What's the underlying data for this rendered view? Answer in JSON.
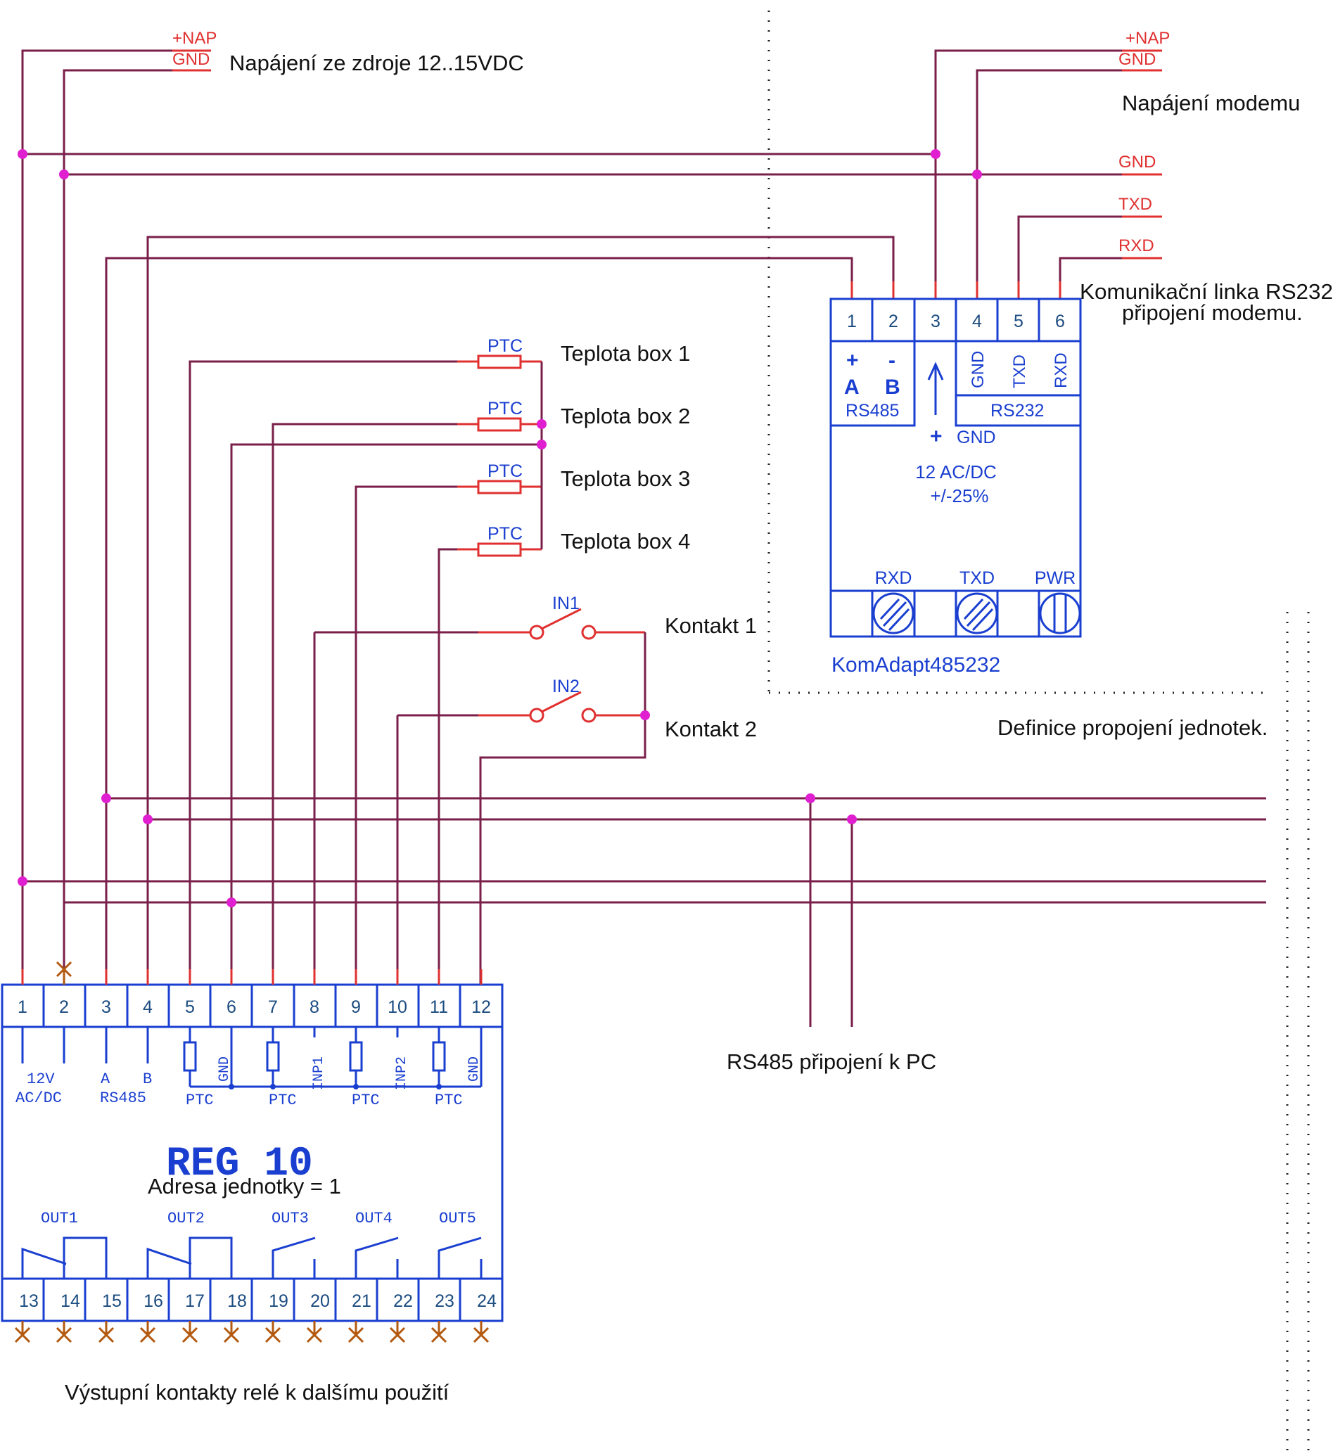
{
  "power_supply": {
    "nap": "+NAP",
    "gnd": "GND",
    "label": "Napájení ze zdroje 12..15VDC"
  },
  "modem_power": {
    "nap": "+NAP",
    "gnd": "GND",
    "label": "Napájení modemu"
  },
  "rs232_lines": {
    "gnd": "GND",
    "txd": "TXD",
    "rxd": "RXD",
    "label_line1": "Komunikační linka RS232",
    "label_line2": "připojení modemu."
  },
  "sensors": {
    "ptc": "PTC",
    "labels": [
      "Teplota box 1",
      "Teplota box 2",
      "Teplota box 3",
      "Teplota box 4"
    ]
  },
  "contacts": {
    "in1": "IN1",
    "in2": "IN2",
    "labels": [
      "Kontakt 1",
      "Kontakt 2"
    ]
  },
  "adapter": {
    "name": "KomAdapt485232",
    "terminals": [
      "1",
      "2",
      "3",
      "4",
      "5",
      "6"
    ],
    "plus": "+",
    "minus": "-",
    "a": "A",
    "b": "B",
    "rs485": "RS485",
    "rs232": "RS232",
    "pin_gnd": "GND",
    "pin_txd": "TXD",
    "pin_rxd": "RXD",
    "supply_plus": "+",
    "supply_gnd": "GND",
    "voltage": "12 AC/DC",
    "tolerance": "+/-25%",
    "leds": [
      "RXD",
      "TXD",
      "PWR"
    ]
  },
  "definition_label": "Definice propojení jednotek.",
  "rs485_pc_label": "RS485 připojení k PC",
  "reg10": {
    "title": "REG 10",
    "address": "Adresa jednotky  = 1",
    "top_terminals": [
      "1",
      "2",
      "3",
      "4",
      "5",
      "6",
      "7",
      "8",
      "9",
      "10",
      "11",
      "12"
    ],
    "bottom_terminals": [
      "13",
      "14",
      "15",
      "16",
      "17",
      "18",
      "19",
      "20",
      "21",
      "22",
      "23",
      "24"
    ],
    "supply_12v": "12V",
    "supply_acdc": "AC/DC",
    "bus_a": "A",
    "bus_b": "B",
    "bus_rs485": "RS485",
    "gnd": "GND",
    "inp1": "INP1",
    "inp2": "INP2",
    "ptc": "PTC",
    "outputs": [
      "OUT1",
      "OUT2",
      "OUT3",
      "OUT4",
      "OUT5"
    ]
  },
  "relay_label": "Výstupní kontakty relé k dalšímu použití",
  "colors": {
    "wire": "#7a1f4a",
    "lead": "#e03030",
    "device": "#1a3fd0",
    "junction": "#e020d0",
    "terminal_number": "#1c4c80"
  }
}
